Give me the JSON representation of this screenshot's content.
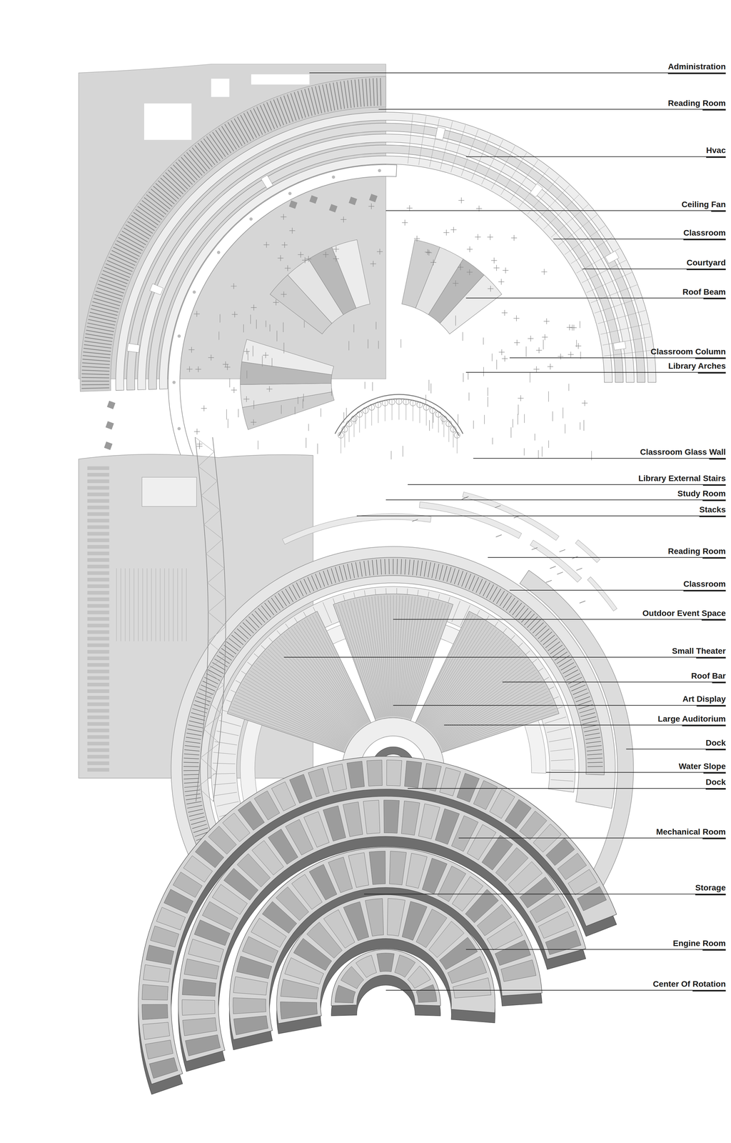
{
  "diagram": {
    "labels": [
      "Administration",
      "Reading Room",
      "Hvac",
      "Ceiling Fan",
      "Classroom",
      "Courtyard",
      "Roof Beam",
      "Classroom Column",
      "Library Arches",
      "Classroom Glass Wall",
      "Library External Stairs",
      "Study Room",
      "Stacks",
      "Reading Room",
      "Classroom",
      "Outdoor Event Space",
      "Small Theater",
      "Roof Bar",
      "Art Display",
      "Large Auditorium",
      "Dock",
      "Water Slope",
      "Dock",
      "Mechanical Room",
      "Storage",
      "Engine Room",
      "Center Of Rotation"
    ]
  }
}
